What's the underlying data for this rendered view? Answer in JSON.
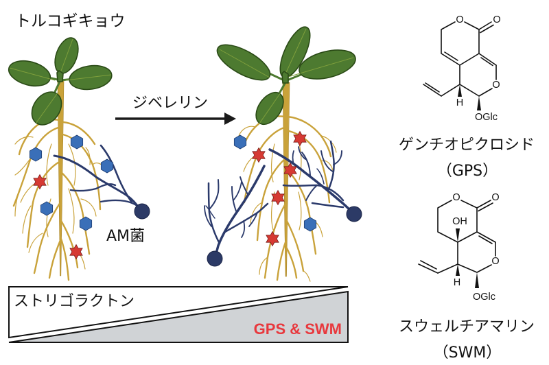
{
  "title": "トルコギキョウ",
  "treatment": {
    "label": "ジベレリン",
    "icon": "right-arrow"
  },
  "fungus": {
    "label": "AM菌"
  },
  "plants": {
    "before": {
      "hexagon_markers": 5,
      "star_markers": 2,
      "fungi": 1
    },
    "after": {
      "hexagon_markers": 2,
      "star_markers": 5,
      "fungi": 2
    }
  },
  "gradient_bar": {
    "decreasing_label": "ストリゴラクトン",
    "increasing_label": "GPS & SWM"
  },
  "compounds": [
    {
      "name": "ゲンチオピクロシド",
      "abbreviation": "（GPS）",
      "atoms": {
        "ring_o": "O",
        "carbonyl_o": "O",
        "pyran_o": "O",
        "h": "H",
        "glycoside": "OGlc"
      }
    },
    {
      "name": "スウェルチアマリン",
      "abbreviation": "（SWM）",
      "atoms": {
        "ring_o": "O",
        "carbonyl_o": "O",
        "hydroxyl": "OH",
        "pyran_o": "O",
        "h": "H",
        "glycoside": "OGlc"
      }
    }
  ],
  "colors": {
    "leaf": "#4d7a30",
    "leaf_outline": "#2a4a16",
    "root": "#c9a23a",
    "hexagon": "#3a6fb8",
    "star": "#d63a33",
    "hyphae": "#2b3a6b",
    "fungus": "#2c3a66",
    "gradient_fill": "#d0d3d6",
    "highlight_text": "#e8383d"
  }
}
